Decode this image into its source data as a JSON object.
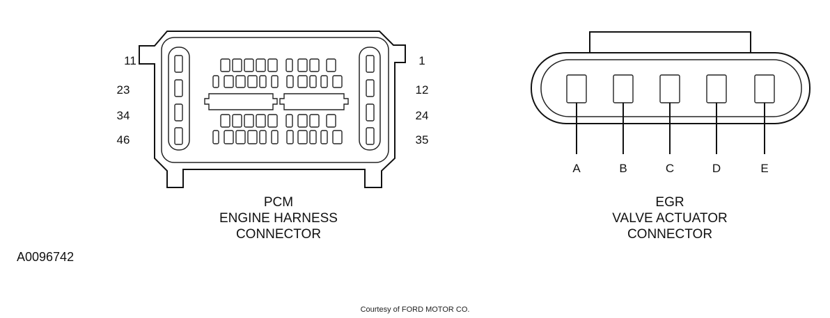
{
  "pcm_connector": {
    "caption_lines": [
      "PCM",
      "ENGINE HARNESS",
      "CONNECTOR"
    ],
    "pin_labels_left": [
      "11",
      "23",
      "34",
      "46"
    ],
    "pin_labels_right": [
      "1",
      "12",
      "24",
      "35"
    ]
  },
  "egr_connector": {
    "caption_lines": [
      "EGR",
      "VALVE ACTUATOR",
      "CONNECTOR"
    ],
    "pin_labels": [
      "A",
      "B",
      "C",
      "D",
      "E"
    ]
  },
  "figure_id": "A0096742",
  "courtesy": "Courtesy of FORD MOTOR CO.",
  "colors": {
    "line": "#111111",
    "background": "#ffffff"
  }
}
